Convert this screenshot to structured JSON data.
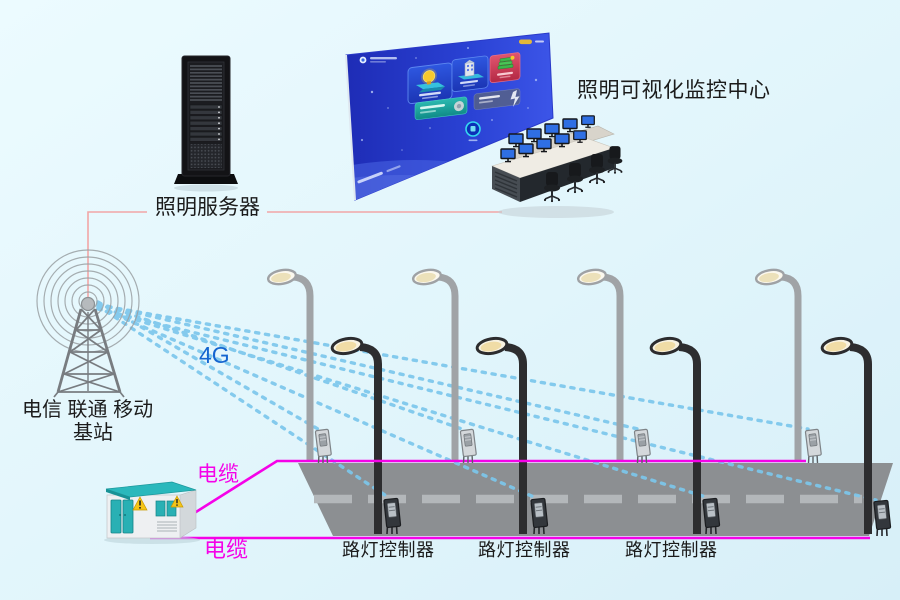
{
  "diagram": {
    "server_label": "照明服务器",
    "center_label": "照明可视化监控中心",
    "carriers_label": "电信 联通 移动",
    "base_label": "基站",
    "network_label": "4G",
    "cable_label_top": "电缆",
    "cable_label_bottom": "电缆",
    "controller_labels": [
      "路灯控制器",
      "路灯控制器",
      "路灯控制器"
    ],
    "colors": {
      "cable_magenta": "#f502e8",
      "wireless_dots_blue": "#7cc7ec",
      "network_text_blue": "#1565d0",
      "screen_deep_blue": "#2135c8",
      "cabinet_teal": "#29b0b4",
      "road_gray": "#8c8f92",
      "connection_salmon": "#f2a6a6"
    }
  }
}
